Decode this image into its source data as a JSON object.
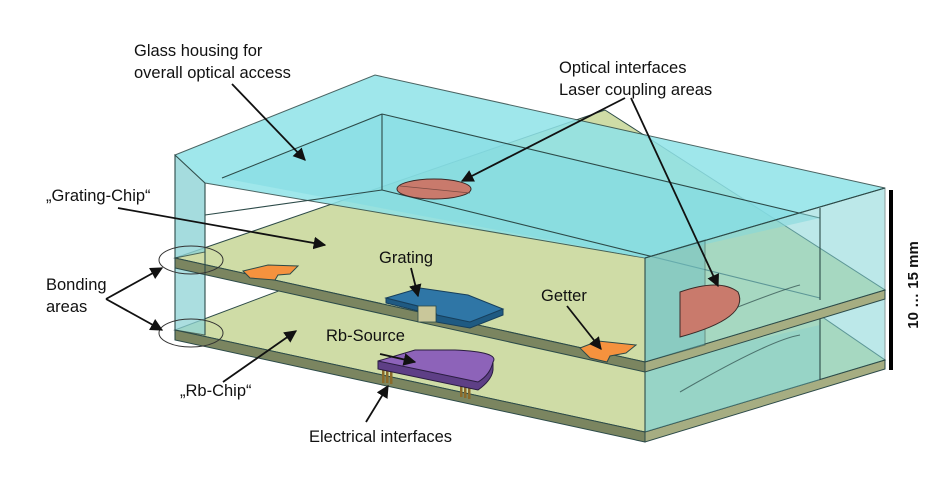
{
  "diagram": {
    "title": "",
    "labels": {
      "glass_housing": [
        "Glass housing for",
        "overall optical access"
      ],
      "optical_interfaces": [
        "Optical interfaces",
        "Laser coupling areas"
      ],
      "grating_chip": "„Grating-Chip“",
      "bonding_areas": [
        "Bonding",
        "areas"
      ],
      "grating": "Grating",
      "getter": "Getter",
      "rb_source": "Rb-Source",
      "rb_chip": "„Rb-Chip“",
      "electrical_interfaces": "Electrical interfaces",
      "scale": "10 … 15 mm"
    },
    "components": [
      {
        "name": "glass-housing",
        "color": "#8fe3e8"
      },
      {
        "name": "grating-chip",
        "color": "#cfdca6"
      },
      {
        "name": "rb-chip",
        "color": "#cfdca6"
      },
      {
        "name": "chip-edge",
        "color": "#7b8560"
      },
      {
        "name": "grating",
        "color": "#2f76a6"
      },
      {
        "name": "getter",
        "color": "#f5923e"
      },
      {
        "name": "rb-source",
        "color": "#8d63b9"
      },
      {
        "name": "optical-interface",
        "color": "#c97a6c"
      }
    ]
  }
}
